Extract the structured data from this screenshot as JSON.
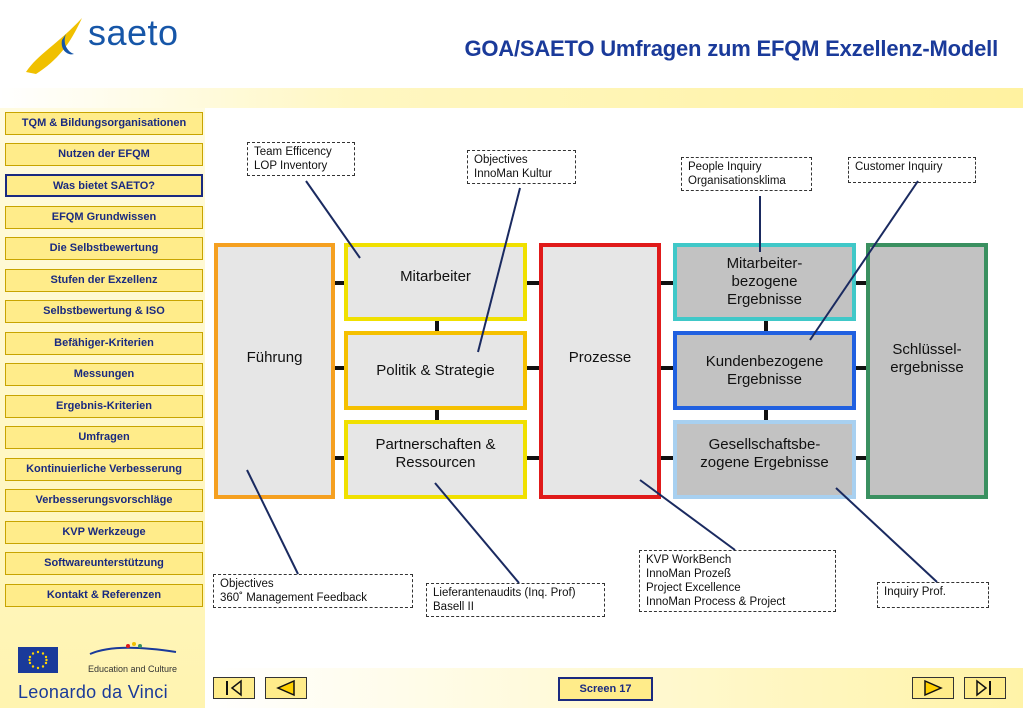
{
  "header": {
    "title": "GOA/SAETO Umfragen zum EFQM Exzellenz-Modell",
    "logo_text": "saeto"
  },
  "sidebar": {
    "items": [
      {
        "label": "TQM & Bildungsorganisationen"
      },
      {
        "label": "Nutzen der EFQM"
      },
      {
        "label": "Was bietet SAETO?"
      },
      {
        "label": "EFQM Grundwissen"
      },
      {
        "label": "Die Selbstbewertung"
      },
      {
        "label": "Stufen der Exzellenz"
      },
      {
        "label": "Selbstbewertung & ISO"
      },
      {
        "label": "Befähiger-Kriterien"
      },
      {
        "label": "Messungen"
      },
      {
        "label": "Ergebnis-Kriterien"
      },
      {
        "label": "Umfragen"
      },
      {
        "label": "Kontinuierliche Verbesserung"
      },
      {
        "label": "Verbesserungsvorschläge"
      },
      {
        "label": "KVP Werkzeuge"
      },
      {
        "label": "Softwareunterstützung"
      },
      {
        "label": "Kontakt & Referenzen"
      }
    ],
    "active_index": 2,
    "eu_caption": "Education and Culture",
    "program": "Leonardo da Vinci"
  },
  "diagram": {
    "boxes": {
      "fuehrung": "Führung",
      "mitarbeiter": "Mitarbeiter",
      "politik": "Politik & Strategie",
      "partner": "Partnerschaften & Ressourcen",
      "prozesse": "Prozesse",
      "ma_ergebnisse": "Mitarbeiter-bezogene Ergebnisse",
      "kunden_ergebnisse": "Kundenbezogene Ergebnisse",
      "gesellschaft_ergebnisse": "Gesellschaftsbe-zogene Ergebnisse",
      "schluessel": "Schlüssel-ergebnisse"
    },
    "notes": {
      "team": [
        "Team Efficency",
        "LOP Inventory"
      ],
      "objectives_kultur": [
        "Objectives",
        "InnoMan Kultur"
      ],
      "people": [
        "People Inquiry",
        "Organisationsklima"
      ],
      "customer": [
        "Customer Inquiry"
      ],
      "objectives_360": [
        "Objectives",
        "360˚   Management Feedback"
      ],
      "lieferanten": [
        "Lieferantenaudits (Inq. Prof)",
        "Basell II"
      ],
      "kvp": [
        "KVP WorkBench",
        "InnoMan Prozeß",
        "Project Excellence",
        "InnoMan Process & Project"
      ],
      "inquiry_prof": [
        "Inquiry Prof."
      ]
    },
    "colors": {
      "fuehrung": "#f5a020",
      "mitarbeiter": "#f0e000",
      "prozesse": "#e01a1a",
      "ma_ergebnisse": "#40c8c8",
      "kunden_ergebnisse": "#2060e0",
      "gesellschaft_ergebnisse": "#a8d0f0",
      "schluessel": "#3a9060"
    }
  },
  "footer": {
    "screen_label": "Screen 17"
  }
}
